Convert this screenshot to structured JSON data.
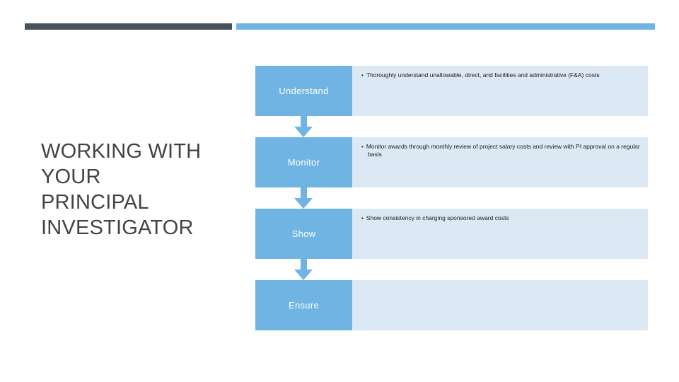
{
  "slide": {
    "title": "WORKING WITH\nYOUR\nPRINCIPAL\nINVESTIGATOR",
    "colors": {
      "rule_dark": "#47525A",
      "rule_blue": "#6FB4E2",
      "stage_box": "#6FB4E2",
      "detail_panel": "#DCE9F5",
      "title_text": "#434343",
      "stage_label_text": "#FFFFFF",
      "detail_text": "#1A1A1A",
      "background": "#FFFFFF"
    }
  },
  "process": {
    "rows": [
      {
        "stage": "Understand",
        "detail": "Thoroughly understand unallowable, direct, and facilities and administrative (F&A) costs",
        "has_connector": true
      },
      {
        "stage": "Monitor",
        "detail": "Monitor awards through monthly review of project salary costs and review with PI approval on a regular basis",
        "has_connector": true
      },
      {
        "stage": "Show",
        "detail": "Show consistency in charging sponsored award costs",
        "has_connector": true
      },
      {
        "stage": "Ensure",
        "detail": "",
        "has_connector": false
      }
    ]
  }
}
